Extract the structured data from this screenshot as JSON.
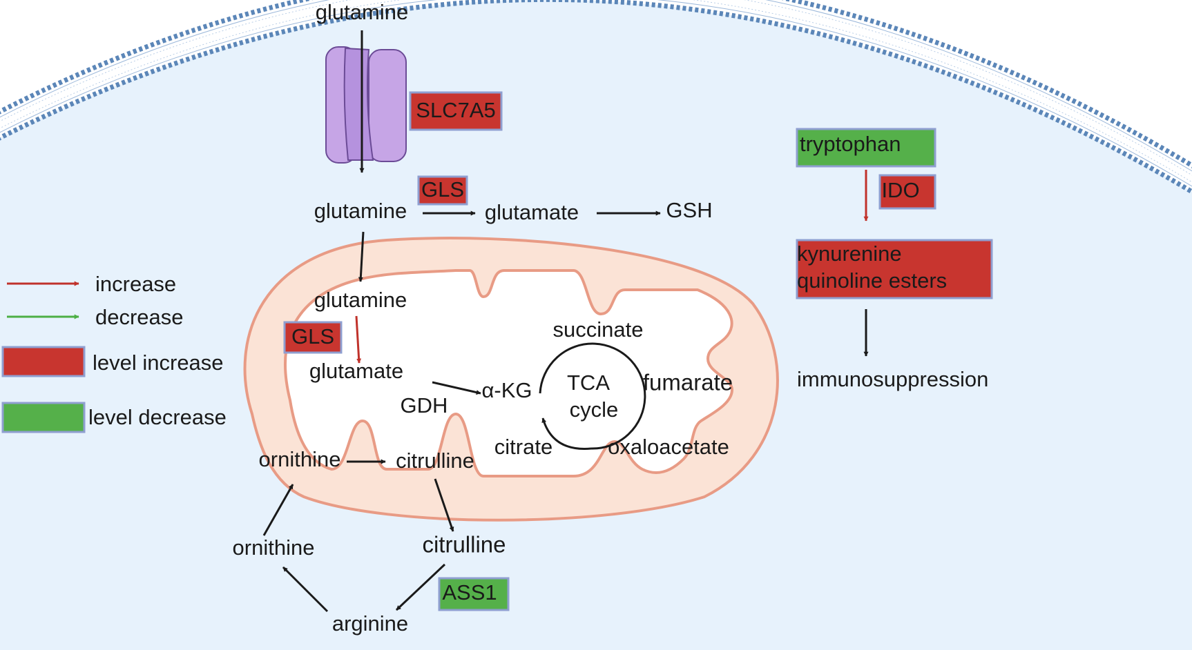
{
  "colors": {
    "increase": "#c0322b",
    "decrease": "#4caf45",
    "box_increase": "#c8352f",
    "box_decrease": "#55b04a",
    "box_border": "#8f9fd0",
    "cytoplasm": "#e7f2fc",
    "membrane": "#5b86b8",
    "mito_fill": "#fbe3d6",
    "mito_border": "#e89b85",
    "transporter": "#c6a5e6"
  },
  "icons": [
    "membrane-icon",
    "transporter-icon",
    "mitochondrion-icon",
    "tca-cycle-icon"
  ],
  "legend": {
    "increase": "increase",
    "decrease": "decrease",
    "level_increase": "level increase",
    "level_decrease": "level decrease"
  },
  "enzymes": {
    "slc7a5": "SLC7A5",
    "gls_cyto": "GLS",
    "gls_mito": "GLS",
    "ido": "IDO",
    "ass1": "ASS1",
    "gdh": "GDH"
  },
  "metabolites": {
    "glutamine_outside": "glutamine",
    "glutamine_cyto": "glutamine",
    "glutamate_cyto": "glutamate",
    "gsh": "GSH",
    "glutamine_mito": "glutamine",
    "glutamate_mito": "glutamate",
    "akg": "α-KG",
    "succinate": "succinate",
    "fumarate": "fumarate",
    "oxaloacetate": "oxaloacetate",
    "citrate": "citrate",
    "tca_line1": "TCA",
    "tca_line2": "cycle",
    "ornithine_mito": "ornithine",
    "citrulline_mito": "citrulline",
    "citrulline_cyto": "citrulline",
    "ornithine_cyto": "ornithine",
    "arginine": "arginine",
    "tryptophan": "tryptophan",
    "kynurenine": "kynurenine",
    "quinoline": "quinoline esters",
    "immunosuppression": "immunosuppression"
  }
}
